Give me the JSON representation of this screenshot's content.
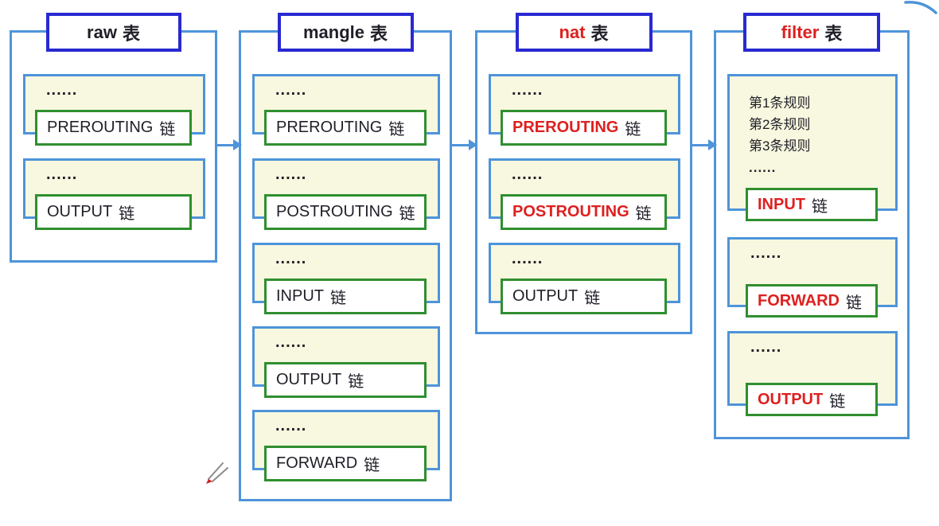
{
  "colors": {
    "container_border": "#4e94da",
    "title_border": "#2929d2",
    "module_bg": "#f8f7df",
    "chain_border": "#2f8f2f",
    "chain_bg": "#ffffff",
    "red": "#de2020",
    "text": "#1f1f28",
    "arrow": "#4e94da"
  },
  "tables": [
    {
      "id": "raw",
      "title": {
        "name": "raw",
        "suffix": "表",
        "name_color": "#1f1f28"
      },
      "modules": [
        {
          "dots": "......",
          "chain": {
            "name": "PREROUTING",
            "suffix": "链",
            "name_color": "#1f1f28"
          }
        },
        {
          "dots": "......",
          "chain": {
            "name": "OUTPUT",
            "suffix": "链",
            "name_color": "#1f1f28"
          }
        }
      ]
    },
    {
      "id": "mangle",
      "title": {
        "name": "mangle",
        "suffix": "表",
        "name_color": "#1f1f28"
      },
      "modules": [
        {
          "dots": "......",
          "chain": {
            "name": "PREROUTING",
            "suffix": "链",
            "name_color": "#1f1f28"
          }
        },
        {
          "dots": "......",
          "chain": {
            "name": "POSTROUTING",
            "suffix": "链",
            "name_color": "#1f1f28"
          }
        },
        {
          "dots": "......",
          "chain": {
            "name": "INPUT",
            "suffix": "链",
            "name_color": "#1f1f28"
          }
        },
        {
          "dots": "......",
          "chain": {
            "name": "OUTPUT",
            "suffix": "链",
            "name_color": "#1f1f28"
          }
        },
        {
          "dots": "......",
          "chain": {
            "name": "FORWARD",
            "suffix": "链",
            "name_color": "#1f1f28"
          }
        }
      ]
    },
    {
      "id": "nat",
      "title": {
        "name": "nat",
        "suffix": "表",
        "name_color": "#de2020"
      },
      "modules": [
        {
          "dots": "......",
          "chain": {
            "name": "PREROUTING",
            "suffix": "链",
            "name_color": "#de2020"
          }
        },
        {
          "dots": "......",
          "chain": {
            "name": "POSTROUTING",
            "suffix": "链",
            "name_color": "#de2020"
          }
        },
        {
          "dots": "......",
          "chain": {
            "name": "OUTPUT",
            "suffix": "链",
            "name_color": "#1f1f28"
          }
        }
      ]
    },
    {
      "id": "filter",
      "title": {
        "name": "filter",
        "suffix": "表",
        "name_color": "#de2020"
      },
      "modules": [
        {
          "rules": [
            "第1条规则",
            "第2条规则",
            "第3条规则",
            "......"
          ],
          "chain": {
            "name": "INPUT",
            "suffix": "链",
            "name_color": "#de2020"
          }
        },
        {
          "dots": "......",
          "chain": {
            "name": "FORWARD",
            "suffix": "链",
            "name_color": "#de2020"
          }
        },
        {
          "dots": "......",
          "chain": {
            "name": "OUTPUT",
            "suffix": "链",
            "name_color": "#de2020"
          }
        }
      ]
    }
  ]
}
